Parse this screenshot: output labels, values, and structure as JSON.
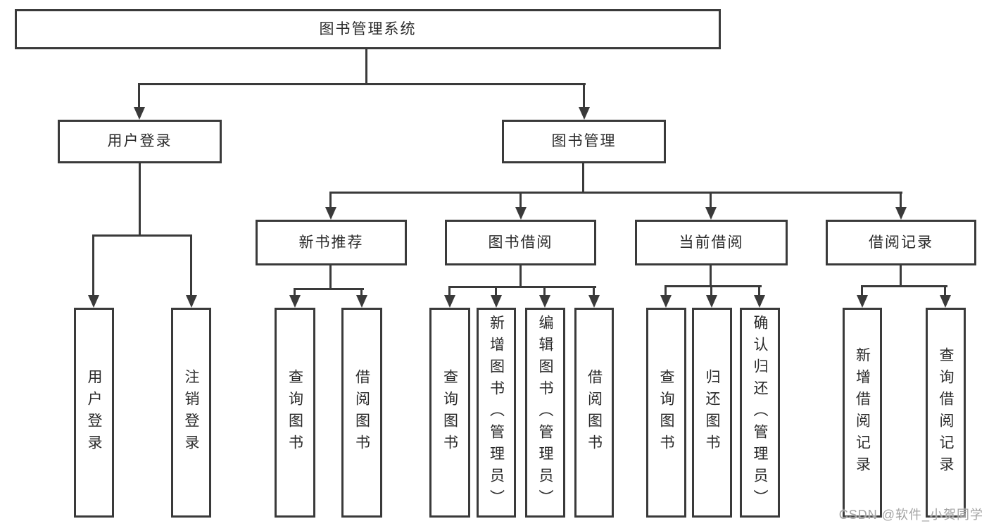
{
  "diagram": {
    "nodes": {
      "root": "图书管理系统",
      "user_login": "用户登录",
      "book_mgmt": "图书管理",
      "new_book_rec": "新书推荐",
      "book_borrow": "图书借阅",
      "current_borrow": "当前借阅",
      "borrow_records": "借阅记录",
      "leaf_user_login": "用户登录",
      "leaf_logout": "注销登录",
      "leaf_query_book_1": "查询图书",
      "leaf_borrow_book_1": "借阅图书",
      "leaf_query_book_2": "查询图书",
      "leaf_add_book": "新增图书（管理员）",
      "leaf_edit_book": "编辑图书（管理员）",
      "leaf_borrow_book_2": "借阅图书",
      "leaf_query_book_3": "查询图书",
      "leaf_return_book": "归还图书",
      "leaf_confirm_return": "确认归还（管理员）",
      "leaf_add_borrow_record": "新增借阅记录",
      "leaf_query_borrow_record": "查询借阅记录"
    },
    "watermark": "CSDN @软件_小贺同学",
    "colors": {
      "line": "#3a3a3a",
      "text": "#2a2a2a",
      "background": "#ffffff",
      "watermark": "#a3a3a3"
    }
  }
}
